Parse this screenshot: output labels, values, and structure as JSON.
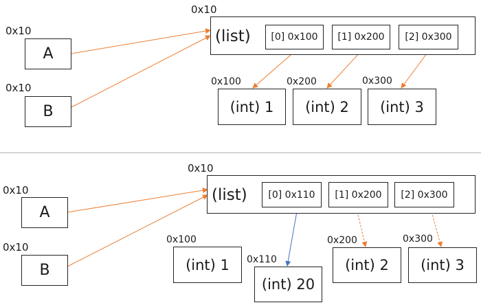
{
  "panels": [
    {
      "variables": [
        {
          "name": "A",
          "address": "0x10"
        },
        {
          "name": "B",
          "address": "0x10"
        }
      ],
      "list": {
        "address": "0x10",
        "label": "(list)",
        "slots": [
          "[0] 0x100",
          "[1] 0x200",
          "[2] 0x300"
        ]
      },
      "ints": [
        {
          "address": "0x100",
          "label": "(int) 1"
        },
        {
          "address": "0x200",
          "label": "(int) 2"
        },
        {
          "address": "0x300",
          "label": "(int) 3"
        }
      ]
    },
    {
      "variables": [
        {
          "name": "A",
          "address": "0x10"
        },
        {
          "name": "B",
          "address": "0x10"
        }
      ],
      "list": {
        "address": "0x10",
        "label": "(list)",
        "slots": [
          "[0] 0x110",
          "[1] 0x200",
          "[2] 0x300"
        ]
      },
      "ints": [
        {
          "address": "0x100",
          "label": "(int) 1"
        },
        {
          "address": "0x110",
          "label": "(int) 20"
        },
        {
          "address": "0x200",
          "label": "(int) 2"
        },
        {
          "address": "0x300",
          "label": "(int) 3"
        }
      ]
    }
  ],
  "colors": {
    "arrow": "#ED7D31",
    "new_arrow": "#4472C4",
    "border": "#222222",
    "divider": "#b0b0b0"
  }
}
